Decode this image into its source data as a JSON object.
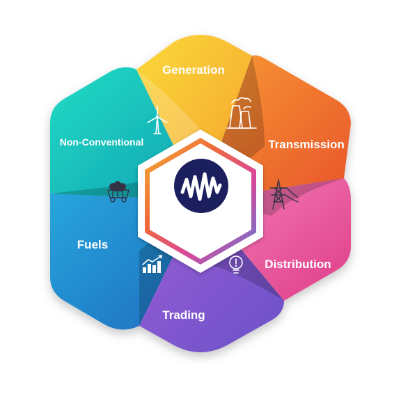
{
  "segments": [
    {
      "id": "generation",
      "label": "Generation",
      "icon": "power-plant-icon",
      "color_start": "#f9d336",
      "color_end": "#f39a2b"
    },
    {
      "id": "transmission",
      "label": "Transmission",
      "icon": "transmission-tower-icon",
      "color_start": "#f79634",
      "color_end": "#ea5a2a"
    },
    {
      "id": "distribution",
      "label": "Distribution",
      "icon": "lightbulb-icon",
      "color_start": "#f26fb0",
      "color_end": "#e0408c"
    },
    {
      "id": "trading",
      "label": "Trading",
      "icon": "rising-chart-icon",
      "color_start": "#a763d8",
      "color_end": "#6a4fc4"
    },
    {
      "id": "fuels",
      "label": "Fuels",
      "icon": "coal-cart-icon",
      "color_start": "#2b9ad6",
      "color_end": "#1e6fc0"
    },
    {
      "id": "non_conventional",
      "label": "Non-Conventional",
      "icon": "wind-turbine-icon",
      "color_start": "#1fd3c0",
      "color_end": "#12a9b5"
    }
  ],
  "center_logo": {
    "icon": "waveform-logo-icon",
    "circle_color": "#1b1f5e"
  }
}
